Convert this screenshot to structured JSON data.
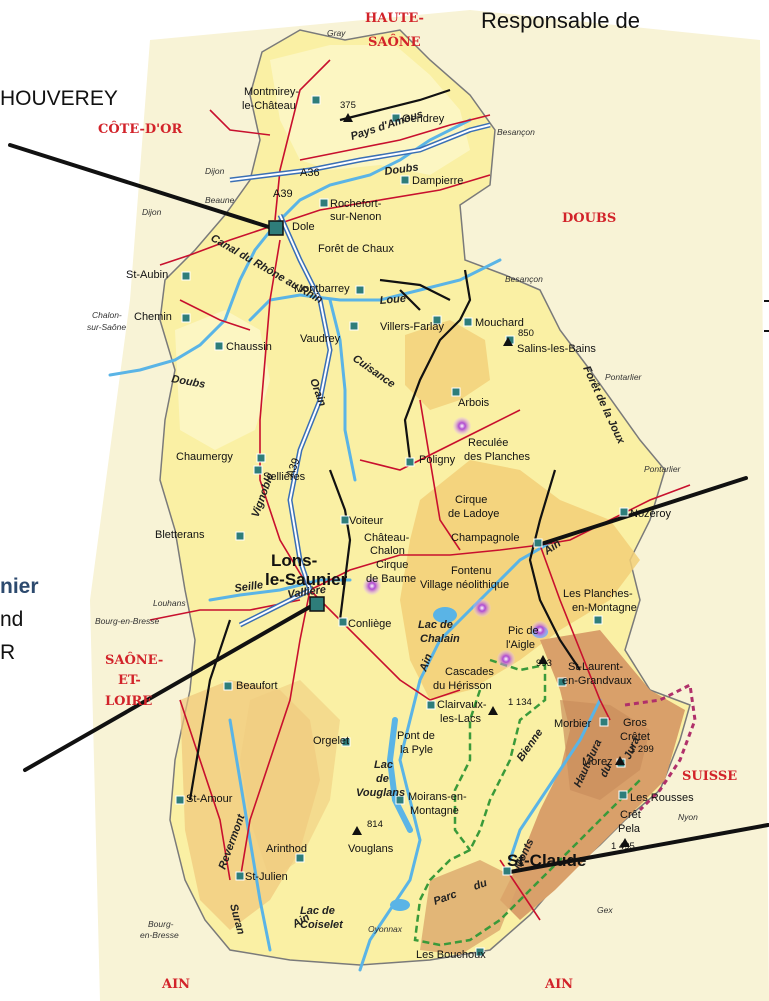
{
  "slide": {
    "title_fragment": "Responsable de",
    "left_name_fragment": "HOUVEREY",
    "left_city_fragment": "nier",
    "left_line2_fragment": "nd",
    "left_line3_fragment": "R"
  },
  "regions": [
    {
      "key": "haute_saone_1",
      "text": "HAUTE-"
    },
    {
      "key": "haute_saone_2",
      "text": "SAÔNE"
    },
    {
      "key": "cote_dor",
      "text": "CÔTE-D'OR"
    },
    {
      "key": "doubs",
      "text": "DOUBS"
    },
    {
      "key": "saone_1",
      "text": "SAÔNE-"
    },
    {
      "key": "saone_2",
      "text": "ET-"
    },
    {
      "key": "saone_3",
      "text": "LOIRE"
    },
    {
      "key": "suisse",
      "text": "SUISSE"
    },
    {
      "key": "ain_left",
      "text": "AIN"
    },
    {
      "key": "ain_right",
      "text": "AIN"
    }
  ],
  "towns": [
    {
      "key": "montmirey1",
      "text": "Montmirey-"
    },
    {
      "key": "montmirey2",
      "text": "le-Château"
    },
    {
      "key": "gendrey",
      "text": "Gendrey"
    },
    {
      "key": "dampierre",
      "text": "Dampierre"
    },
    {
      "key": "rochefort1",
      "text": "Rochefort-"
    },
    {
      "key": "rochefort2",
      "text": "sur-Nenon"
    },
    {
      "key": "dole",
      "text": "Dole"
    },
    {
      "key": "chaux",
      "text": "Forêt de Chaux"
    },
    {
      "key": "staubin",
      "text": "St-Aubin"
    },
    {
      "key": "chemin",
      "text": "Chemin"
    },
    {
      "key": "montbarrey",
      "text": "Montbarrey"
    },
    {
      "key": "chaussin",
      "text": "Chaussin"
    },
    {
      "key": "vaudrey",
      "text": "Vaudrey"
    },
    {
      "key": "villers",
      "text": "Villers-Farlay"
    },
    {
      "key": "mouchard",
      "text": "Mouchard"
    },
    {
      "key": "salins",
      "text": "Salins-les-Bains"
    },
    {
      "key": "arbois",
      "text": "Arbois"
    },
    {
      "key": "reculee1",
      "text": "Reculée"
    },
    {
      "key": "reculee2",
      "text": "des Planches"
    },
    {
      "key": "chaumergy",
      "text": "Chaumergy"
    },
    {
      "key": "sellieres",
      "text": "Sellières"
    },
    {
      "key": "poligny",
      "text": "Poligny"
    },
    {
      "key": "ladoye1",
      "text": "Cirque"
    },
    {
      "key": "ladoye2",
      "text": "de Ladoye"
    },
    {
      "key": "nozeroy",
      "text": "Nozeroy"
    },
    {
      "key": "bletterans",
      "text": "Bletterans"
    },
    {
      "key": "voiteur",
      "text": "Voiteur"
    },
    {
      "key": "chalon1",
      "text": "Château-"
    },
    {
      "key": "chalon2",
      "text": "Chalon"
    },
    {
      "key": "baume1",
      "text": "Cirque"
    },
    {
      "key": "baume2",
      "text": "de Baume"
    },
    {
      "key": "champagnole",
      "text": "Champagnole"
    },
    {
      "key": "lons1",
      "text": "Lons-"
    },
    {
      "key": "lons2",
      "text": "le-Saunier"
    },
    {
      "key": "fontenu1",
      "text": "Fontenu"
    },
    {
      "key": "fontenu2",
      "text": "Village néolithique"
    },
    {
      "key": "planches1",
      "text": "Les Planches-"
    },
    {
      "key": "planches2",
      "text": "en-Montagne"
    },
    {
      "key": "chalain1",
      "text": "Lac de"
    },
    {
      "key": "chalain2",
      "text": "Chalain"
    },
    {
      "key": "aigle1",
      "text": "Pic de"
    },
    {
      "key": "aigle2",
      "text": "l'Aigle"
    },
    {
      "key": "conliege",
      "text": "Conliège"
    },
    {
      "key": "herisson1",
      "text": "Cascades"
    },
    {
      "key": "herisson2",
      "text": "du Hérisson"
    },
    {
      "key": "stlaurent1",
      "text": "St-Laurent-"
    },
    {
      "key": "stlaurent2",
      "text": "en-Grandvaux"
    },
    {
      "key": "beaufort",
      "text": "Beaufort"
    },
    {
      "key": "clairvaux1",
      "text": "Clairvaux-"
    },
    {
      "key": "clairvaux2",
      "text": "les-Lacs"
    },
    {
      "key": "morbier",
      "text": "Morbier"
    },
    {
      "key": "gros1",
      "text": "Gros"
    },
    {
      "key": "gros2",
      "text": "Crêtet"
    },
    {
      "key": "orgelet",
      "text": "Orgelet"
    },
    {
      "key": "pyle1",
      "text": "Pont de"
    },
    {
      "key": "pyle2",
      "text": "la Pyle"
    },
    {
      "key": "morez",
      "text": "Morez"
    },
    {
      "key": "vouglans1",
      "text": "Lac"
    },
    {
      "key": "vouglans2",
      "text": "de"
    },
    {
      "key": "vouglans3",
      "text": "Vouglans"
    },
    {
      "key": "rousses",
      "text": "Les Rousses"
    },
    {
      "key": "stamour",
      "text": "St-Amour"
    },
    {
      "key": "moirans1",
      "text": "Moirans-en-"
    },
    {
      "key": "moirans2",
      "text": "Montagne"
    },
    {
      "key": "pela1",
      "text": "Crêt"
    },
    {
      "key": "pela2",
      "text": "Pela"
    },
    {
      "key": "arinthod",
      "text": "Arinthod"
    },
    {
      "key": "vouglans_town",
      "text": "Vouglans"
    },
    {
      "key": "stclaude",
      "text": "St-Claude"
    },
    {
      "key": "stjulien",
      "text": "St-Julien"
    },
    {
      "key": "coiselet1",
      "text": "Lac de"
    },
    {
      "key": "coiselet2",
      "text": "Coiselet"
    },
    {
      "key": "bouchoux",
      "text": "Les Bouchoux"
    }
  ],
  "external": [
    {
      "key": "gray",
      "text": "Gray"
    },
    {
      "key": "besancon1",
      "text": "Besançon"
    },
    {
      "key": "dijon1",
      "text": "Dijon"
    },
    {
      "key": "dijon2",
      "text": "Dijon"
    },
    {
      "key": "beaune",
      "text": "Beaune"
    },
    {
      "key": "besancon2",
      "text": "Besançon"
    },
    {
      "key": "chalon1",
      "text": "Chalon-"
    },
    {
      "key": "chalon2",
      "text": "sur-Saône"
    },
    {
      "key": "pontarlier1",
      "text": "Pontarlier"
    },
    {
      "key": "pontarlier2",
      "text": "Pontarlier"
    },
    {
      "key": "louhans",
      "text": "Louhans"
    },
    {
      "key": "bourg1",
      "text": "Bourg-en-Bresse"
    },
    {
      "key": "nyon",
      "text": "Nyon"
    },
    {
      "key": "gex",
      "text": "Gex"
    },
    {
      "key": "bourg2a",
      "text": "Bourg-"
    },
    {
      "key": "bourg2b",
      "text": "en-Bresse"
    },
    {
      "key": "oyonnax",
      "text": "Oyonnax"
    }
  ],
  "features": [
    {
      "key": "amous",
      "text": "Pays d'Amous"
    },
    {
      "key": "doubs1",
      "text": "Doubs"
    },
    {
      "key": "doubs2",
      "text": "Doubs"
    },
    {
      "key": "canal",
      "text": "Canal du Rhône au Rhin"
    },
    {
      "key": "loue",
      "text": "Loue"
    },
    {
      "key": "cuisance",
      "text": "Cuisance"
    },
    {
      "key": "orain",
      "text": "Orain"
    },
    {
      "key": "vignoble",
      "text": "Vignoble"
    },
    {
      "key": "joux",
      "text": "Forêt de la Joux"
    },
    {
      "key": "seille",
      "text": "Seille"
    },
    {
      "key": "valliere",
      "text": "Vallière"
    },
    {
      "key": "ain1",
      "text": "Ain"
    },
    {
      "key": "ain2",
      "text": "Ain"
    },
    {
      "key": "ain3",
      "text": "Ain"
    },
    {
      "key": "revermont",
      "text": "Revermont"
    },
    {
      "key": "bienne",
      "text": "Bienne"
    },
    {
      "key": "hautjura",
      "text": "Haut-Jura"
    },
    {
      "key": "du",
      "text": "du"
    },
    {
      "key": "jura",
      "text": "Jura"
    },
    {
      "key": "suran",
      "text": "Suran"
    },
    {
      "key": "parc",
      "text": "Parc"
    },
    {
      "key": "du2",
      "text": "du"
    },
    {
      "key": "monts",
      "text": "Monts"
    },
    {
      "key": "a36",
      "text": "A36"
    },
    {
      "key": "a39",
      "text": "A39"
    },
    {
      "key": "a39b",
      "text": "A39"
    }
  ],
  "elevations": [
    {
      "key": "e375",
      "text": "375"
    },
    {
      "key": "e850",
      "text": "850"
    },
    {
      "key": "e993",
      "text": "993"
    },
    {
      "key": "e1134",
      "text": "1 134"
    },
    {
      "key": "e1299",
      "text": "1 299"
    },
    {
      "key": "e1495",
      "text": "1 495"
    },
    {
      "key": "e814",
      "text": "814"
    }
  ],
  "colors": {
    "land": "#faf0a4",
    "land_light": "#fbf4b8",
    "relief": "#f0c86a",
    "high_relief": "#dba56a",
    "outside": "#f7f1d0",
    "water": "#5ab4e6",
    "road": "#c8102e",
    "region_label": "#d2232a",
    "town_marker": "#2e7d7a",
    "park_border": "#3a9a3a",
    "site_marker": "#9a3ab5",
    "annotation_line": "#000000"
  }
}
